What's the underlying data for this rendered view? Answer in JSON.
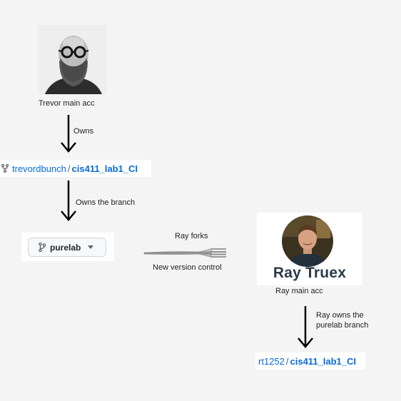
{
  "nodes": {
    "trevor": {
      "label": "Trevor main acc"
    },
    "repo_trevor": {
      "owner": "trevordbunch",
      "separator": "/",
      "name": "cis411_lab1_CI"
    },
    "branch": {
      "label": "purelab"
    },
    "ray": {
      "name": "Ray Truex",
      "label": "Ray main acc"
    },
    "repo_ray": {
      "owner": "rt1252",
      "separator": "/",
      "name": "cis411_lab1_CI"
    }
  },
  "edges": {
    "owns": "Owns",
    "owns_branch": "Owns the branch",
    "fork_top": "Ray forks",
    "fork_bottom": "New version control",
    "ray_owns_line1": "Ray owns the",
    "ray_owns_line2": "purelab branch"
  },
  "icons": [
    "fork-icon",
    "git-branch-icon",
    "caret-down-icon",
    "arrow-down-icon"
  ],
  "colors": {
    "link": "#0969da",
    "background": "#f4f4f4"
  }
}
